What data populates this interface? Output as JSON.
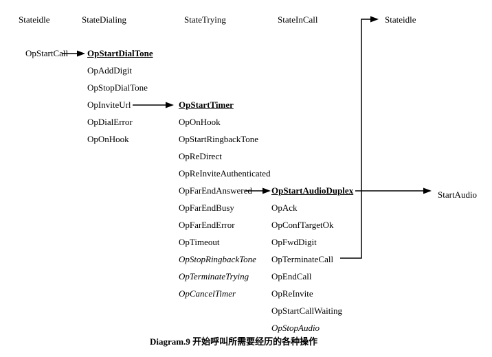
{
  "colors": {
    "ink": "#000000",
    "background": "#ffffff"
  },
  "diagram": {
    "headers": [
      {
        "label": "Stateidle"
      },
      {
        "label": "StateDialing"
      },
      {
        "label": "StateTrying"
      },
      {
        "label": "StateInCall"
      },
      {
        "label": "Stateidle"
      }
    ],
    "trigger": {
      "label": "OpStartCall"
    },
    "columns": [
      {
        "state": "StateDialing",
        "ops": [
          {
            "label": "OpStartDialTone",
            "style": "bold-underline"
          },
          {
            "label": "OpAddDigit",
            "style": "normal"
          },
          {
            "label": "OpStopDialTone",
            "style": "normal"
          },
          {
            "label": "OpInviteUrl",
            "style": "normal"
          },
          {
            "label": "OpDialError",
            "style": "normal"
          },
          {
            "label": "OpOnHook",
            "style": "normal"
          }
        ]
      },
      {
        "state": "StateTrying",
        "ops": [
          {
            "label": "OpStartTimer",
            "style": "bold-underline"
          },
          {
            "label": "OpOnHook",
            "style": "normal"
          },
          {
            "label": "OpStartRingbackTone",
            "style": "normal"
          },
          {
            "label": "OpReDirect",
            "style": "normal"
          },
          {
            "label": "OpReInviteAuthenticated",
            "style": "normal"
          },
          {
            "label": "OpFarEndAnswered",
            "style": "normal"
          },
          {
            "label": "OpFarEndBusy",
            "style": "normal"
          },
          {
            "label": "OpFarEndError",
            "style": "normal"
          },
          {
            "label": "OpTimeout",
            "style": "normal"
          },
          {
            "label": "OpStopRingbackTone",
            "style": "italic"
          },
          {
            "label": "OpTerminateTrying",
            "style": "italic"
          },
          {
            "label": "OpCancelTimer",
            "style": "italic"
          }
        ]
      },
      {
        "state": "StateInCall",
        "ops": [
          {
            "label": "OpStartAudioDuplex",
            "style": "bold-underline"
          },
          {
            "label": "OpAck",
            "style": "normal"
          },
          {
            "label": "OpConfTargetOk",
            "style": "normal"
          },
          {
            "label": "OpFwdDigit",
            "style": "normal"
          },
          {
            "label": "OpTerminateCall",
            "style": "normal"
          },
          {
            "label": "OpEndCall",
            "style": "normal"
          },
          {
            "label": "OpReInvite",
            "style": "normal"
          },
          {
            "label": "OpStartCallWaiting",
            "style": "normal"
          },
          {
            "label": "OpStopAudio",
            "style": "italic"
          }
        ]
      }
    ],
    "result": {
      "label": "StartAudio"
    },
    "transitions": [
      {
        "from": "OpStartCall",
        "to": "OpStartDialTone"
      },
      {
        "from": "OpInviteUrl",
        "to": "OpStartTimer"
      },
      {
        "from": "OpFarEndAnswered",
        "to": "OpStartAudioDuplex"
      },
      {
        "from": "OpStartAudioDuplex",
        "to": "StartAudio"
      },
      {
        "from": "OpTerminateCall",
        "to": "Stateidle"
      }
    ],
    "caption": "Diagram.9 开始呼叫所需要经历的各种操作"
  }
}
